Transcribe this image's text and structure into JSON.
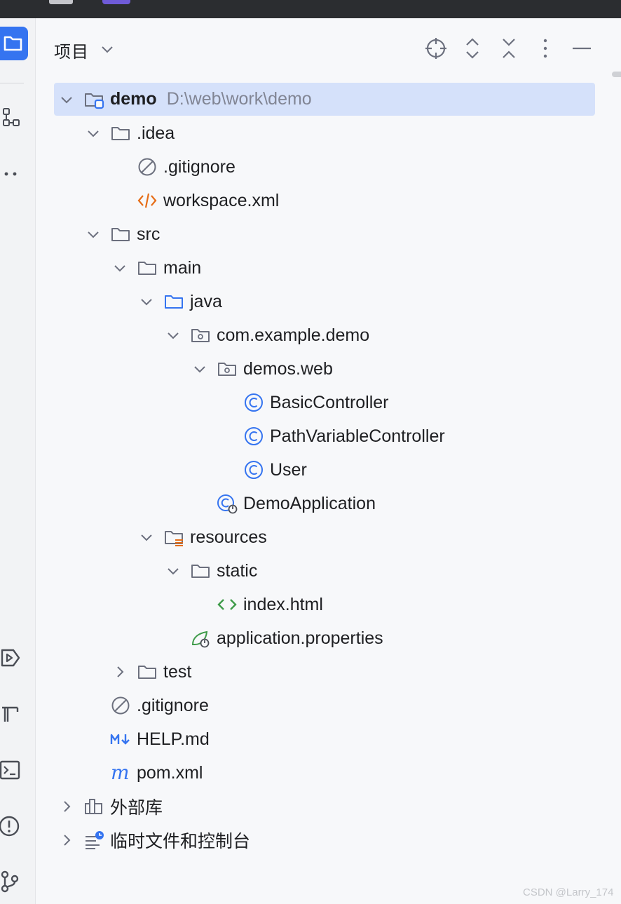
{
  "panel": {
    "title": "项目",
    "toolbar": [
      "locate-icon",
      "expand-all-icon",
      "collapse-all-icon",
      "more-options-icon",
      "hide-icon"
    ]
  },
  "tree": [
    {
      "label": "demo",
      "hint": "D:\\web\\work\\demo",
      "icon": "module-folder-icon",
      "expanded": true,
      "selected": true,
      "depth": 0
    },
    {
      "label": ".idea",
      "icon": "folder-icon",
      "expanded": true,
      "depth": 1
    },
    {
      "label": ".gitignore",
      "icon": "ignored-file-icon",
      "depth": 2
    },
    {
      "label": "workspace.xml",
      "icon": "xml-file-icon",
      "depth": 2
    },
    {
      "label": "src",
      "icon": "folder-icon",
      "expanded": true,
      "depth": 1
    },
    {
      "label": "main",
      "icon": "folder-icon",
      "expanded": true,
      "depth": 2
    },
    {
      "label": "java",
      "icon": "source-folder-icon",
      "expanded": true,
      "depth": 3
    },
    {
      "label": "com.example.demo",
      "icon": "package-icon",
      "expanded": true,
      "depth": 4
    },
    {
      "label": "demos.web",
      "icon": "package-icon",
      "expanded": true,
      "depth": 5
    },
    {
      "label": "BasicController",
      "icon": "java-class-icon",
      "depth": 6
    },
    {
      "label": "PathVariableController",
      "icon": "java-class-icon",
      "depth": 6
    },
    {
      "label": "User",
      "icon": "java-class-icon",
      "depth": 6
    },
    {
      "label": "DemoApplication",
      "icon": "spring-boot-class-icon",
      "depth": 5
    },
    {
      "label": "resources",
      "icon": "resources-folder-icon",
      "expanded": true,
      "depth": 3
    },
    {
      "label": "static",
      "icon": "folder-icon",
      "expanded": true,
      "depth": 4
    },
    {
      "label": "index.html",
      "icon": "html-file-icon",
      "depth": 5
    },
    {
      "label": "application.properties",
      "icon": "spring-properties-icon",
      "depth": 4
    },
    {
      "label": "test",
      "icon": "folder-icon",
      "expanded": false,
      "depth": 2
    },
    {
      "label": ".gitignore",
      "icon": "ignored-file-icon",
      "depth": 1
    },
    {
      "label": "HELP.md",
      "icon": "markdown-file-icon",
      "depth": 1
    },
    {
      "label": "pom.xml",
      "icon": "maven-file-icon",
      "depth": 1
    },
    {
      "label": "外部库",
      "icon": "external-libraries-icon",
      "expanded": false,
      "depth": 0
    },
    {
      "label": "临时文件和控制台",
      "icon": "scratches-icon",
      "expanded": false,
      "depth": 0
    }
  ],
  "sidebar": {
    "top": [
      "project-icon",
      "structure-icon",
      "more-tools-icon"
    ],
    "bottom": [
      "run-icon",
      "build-icon",
      "terminal-icon",
      "problems-icon",
      "git-icon"
    ]
  },
  "watermark": "CSDN @Larry_174"
}
